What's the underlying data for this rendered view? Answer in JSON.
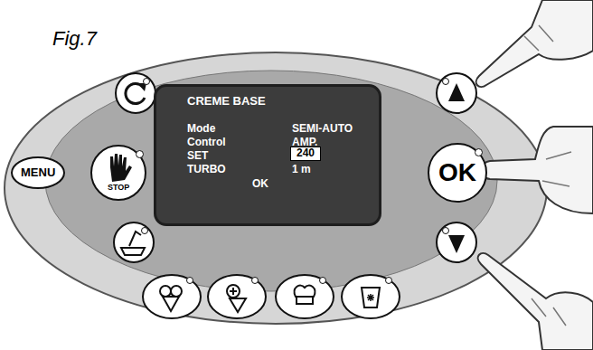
{
  "diagram": {
    "nodes": [
      {
        "text": [
          "CREME BASE",
          "Mode",
          "SEMI-AUTO",
          "Control",
          "AMP.",
          "SET",
          "TURBO",
          "1 m",
          "OK"
        ]
      },
      {
        "text": [
          "240"
        ],
        "in": 0
      },
      {
        "text": [
          "MENU"
        ]
      },
      {
        "text": [
          "STOP"
        ]
      },
      {
        "text": [
          "OK"
        ]
      }
    ],
    "labels": [
      "Fig.7"
    ]
  }
}
